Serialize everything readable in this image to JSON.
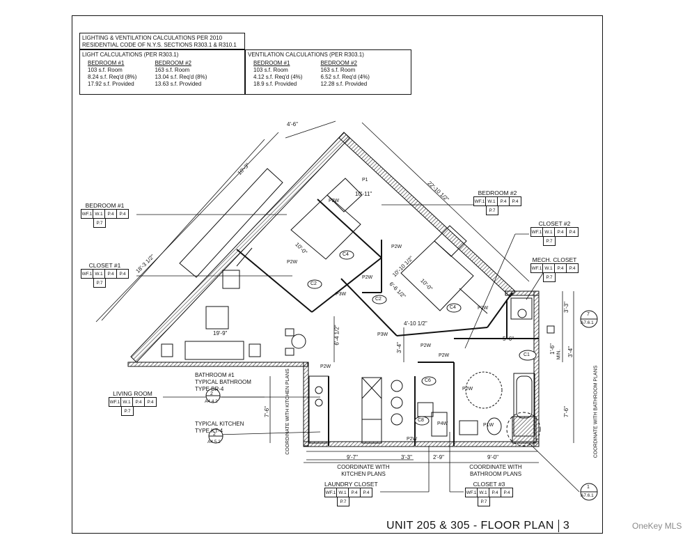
{
  "calc_header": {
    "line1": "LIGHTING & VENTILATION CALCULATIONS PER 2010",
    "line2": "RESIDENTIAL CODE OF N.Y.S. SECTIONS R303.1 & R310.1"
  },
  "light_calc": {
    "title": "LIGHT CALCULATIONS (PER R303.1)",
    "bedroom1": {
      "name": "BEDROOM #1",
      "room": "103 s.f. Room",
      "req": "8.24 s.f. Req'd (8%)",
      "prov": "17.92 s.f. Provided"
    },
    "bedroom2": {
      "name": "BEDROOM #2",
      "room": "163 s.f. Room",
      "req": "13.04 s.f. Req'd (8%)",
      "prov": "13.63 s.f. Provided"
    }
  },
  "vent_calc": {
    "title": "VENTILATION CALCULATIONS (PER R303.1)",
    "bedroom1": {
      "name": "BEDROOM #1",
      "room": "103 s.f. Room",
      "req": "4.12 s.f. Req'd (4%)",
      "prov": "18.9 s.f. Provided"
    },
    "bedroom2": {
      "name": "BEDROOM #2",
      "room": "163 s.f. Room",
      "req": "6.52 s.f. Req'd (4%)",
      "prov": "12.28 s.f. Provided"
    }
  },
  "finish_codes": [
    "WF.1",
    "W.1",
    "P.4",
    "P.4"
  ],
  "finish_base": "P.7",
  "room_tags": {
    "bedroom1": "BEDROOM #1",
    "closet1": "CLOSET #1",
    "living": "LIVING ROOM",
    "bedroom2": "BEDROOM #2",
    "closet2": "CLOSET #2",
    "mech": "MECH. CLOSET",
    "laundry": "LAUNDRY CLOSET",
    "closet3": "CLOSET #3"
  },
  "notes": {
    "bath_l1": "BATHROOM #1",
    "bath_l2": "TYPICAL BATHROOM",
    "bath_l3": "TYPE BR-4",
    "bath_ref_num": "2",
    "bath_ref_sheet": "A4.4.2",
    "kit_l1": "TYPICAL KITCHEN",
    "kit_l2": "TYPE KT-4",
    "kit_ref_num": "2",
    "kit_ref_sheet": "A4.5.2",
    "coord_kitchen": "COORDINATE WITH KITCHEN PLANS",
    "coord_bath": "COORDINATE WITH BATHROOM PLANS",
    "coord_kitchen_v": "COORDINATE WITH KITCHEN PLANS",
    "coord_bath_v": "COORDINATE WITH BATHROOM PLANS",
    "sec_top_num": "7",
    "sec_top_sheet": "A7.6.1",
    "sec_bot_num": "1",
    "sec_bot_sheet": "A7.6.1",
    "min": "MIN."
  },
  "dims": {
    "d1": "4'-6\"",
    "d2": "10'-3\"",
    "d3": "18'-3 1/2\"",
    "d4": "22'-10 1/2\"",
    "d5": "10'-11\"",
    "d6": "10'-0\"",
    "d7": "19'-9\"",
    "d8": "6'-4 1/2\"",
    "d9": "10'-10 1/2\"",
    "d10": "6'-6 1/2\"",
    "d11": "10'-0\"",
    "d12": "4'-10 1/2\"",
    "d13": "5'-6\"",
    "d14": "3'-3\"",
    "d15": "3'-4\"",
    "d16": "1'-6\"",
    "d17": "3'-4\"",
    "d18": "7'-6\"",
    "d19": "7'-6\"",
    "d20": "9'-7\"",
    "d21": "3'-3\"",
    "d22": "2'-9\"",
    "d23": "9'-0\""
  },
  "door_tags": [
    "C4",
    "C2",
    "C2",
    "C4",
    "C1",
    "C6",
    "C8"
  ],
  "partition_tags": [
    "P1",
    "P2W",
    "P2W",
    "P2W",
    "P2W",
    "P2W",
    "P3W",
    "P3W",
    "P2W",
    "P2W",
    "P2W",
    "P2W",
    "P4W",
    "P2W",
    "P1W"
  ],
  "title": {
    "text": "UNIT 205 & 305 - FLOOR PLAN",
    "num": "3"
  },
  "watermark": "OneKey MLS"
}
